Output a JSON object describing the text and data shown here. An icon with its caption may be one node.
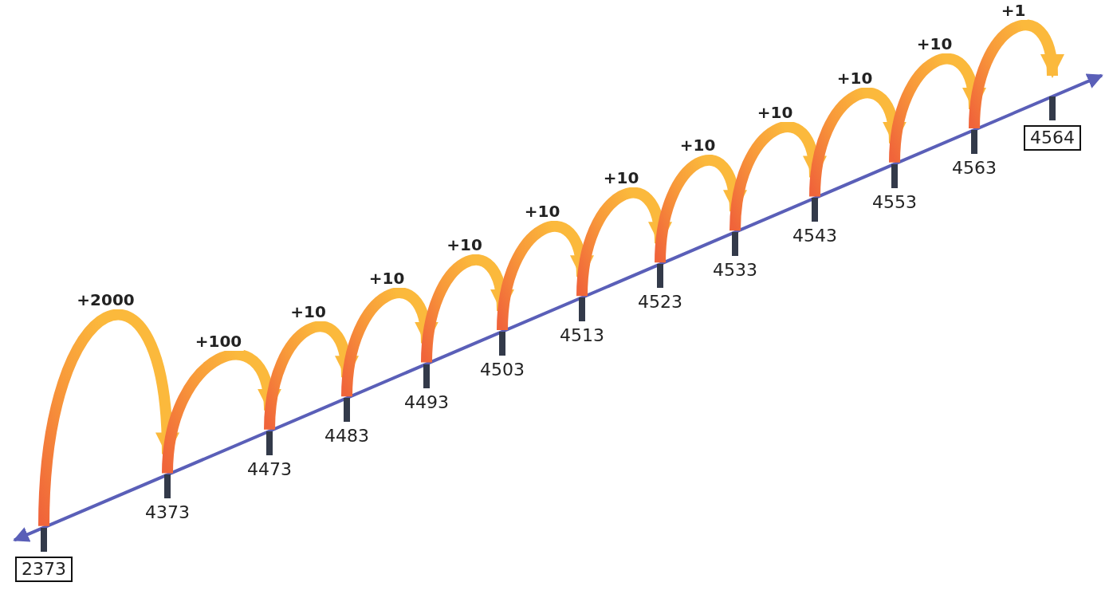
{
  "diagram": {
    "nodes": [
      {
        "text": [
          "2373"
        ]
      },
      {
        "text": [
          "4373"
        ]
      },
      {
        "text": [
          "4473"
        ]
      },
      {
        "text": [
          "4483"
        ]
      },
      {
        "text": [
          "4493"
        ]
      },
      {
        "text": [
          "4503"
        ]
      },
      {
        "text": [
          "4513"
        ]
      },
      {
        "text": [
          "4523"
        ]
      },
      {
        "text": [
          "4533"
        ]
      },
      {
        "text": [
          "4543"
        ]
      },
      {
        "text": [
          "4553"
        ]
      },
      {
        "text": [
          "4563"
        ]
      },
      {
        "text": [
          "4564"
        ]
      }
    ],
    "edges": [
      {
        "from": 0,
        "to": 1,
        "arrow": "to",
        "label": "+2000"
      },
      {
        "from": 1,
        "to": 2,
        "arrow": "to",
        "label": "+100"
      },
      {
        "from": 2,
        "to": 3,
        "arrow": "to",
        "label": "+10"
      },
      {
        "from": 3,
        "to": 4,
        "arrow": "to",
        "label": "+10"
      },
      {
        "from": 4,
        "to": 5,
        "arrow": "to",
        "label": "+10"
      },
      {
        "from": 5,
        "to": 6,
        "arrow": "to",
        "label": "+10"
      },
      {
        "from": 6,
        "to": 7,
        "arrow": "to",
        "label": "+10"
      },
      {
        "from": 7,
        "to": 8,
        "arrow": "to",
        "label": "+10"
      },
      {
        "from": 8,
        "to": 9,
        "arrow": "to",
        "label": "+10"
      },
      {
        "from": 9,
        "to": 10,
        "arrow": "to",
        "label": "+10"
      },
      {
        "from": 10,
        "to": 11,
        "arrow": "to",
        "label": "+10"
      },
      {
        "from": 11,
        "to": 12,
        "arrow": "to",
        "label": "+1"
      }
    ]
  }
}
